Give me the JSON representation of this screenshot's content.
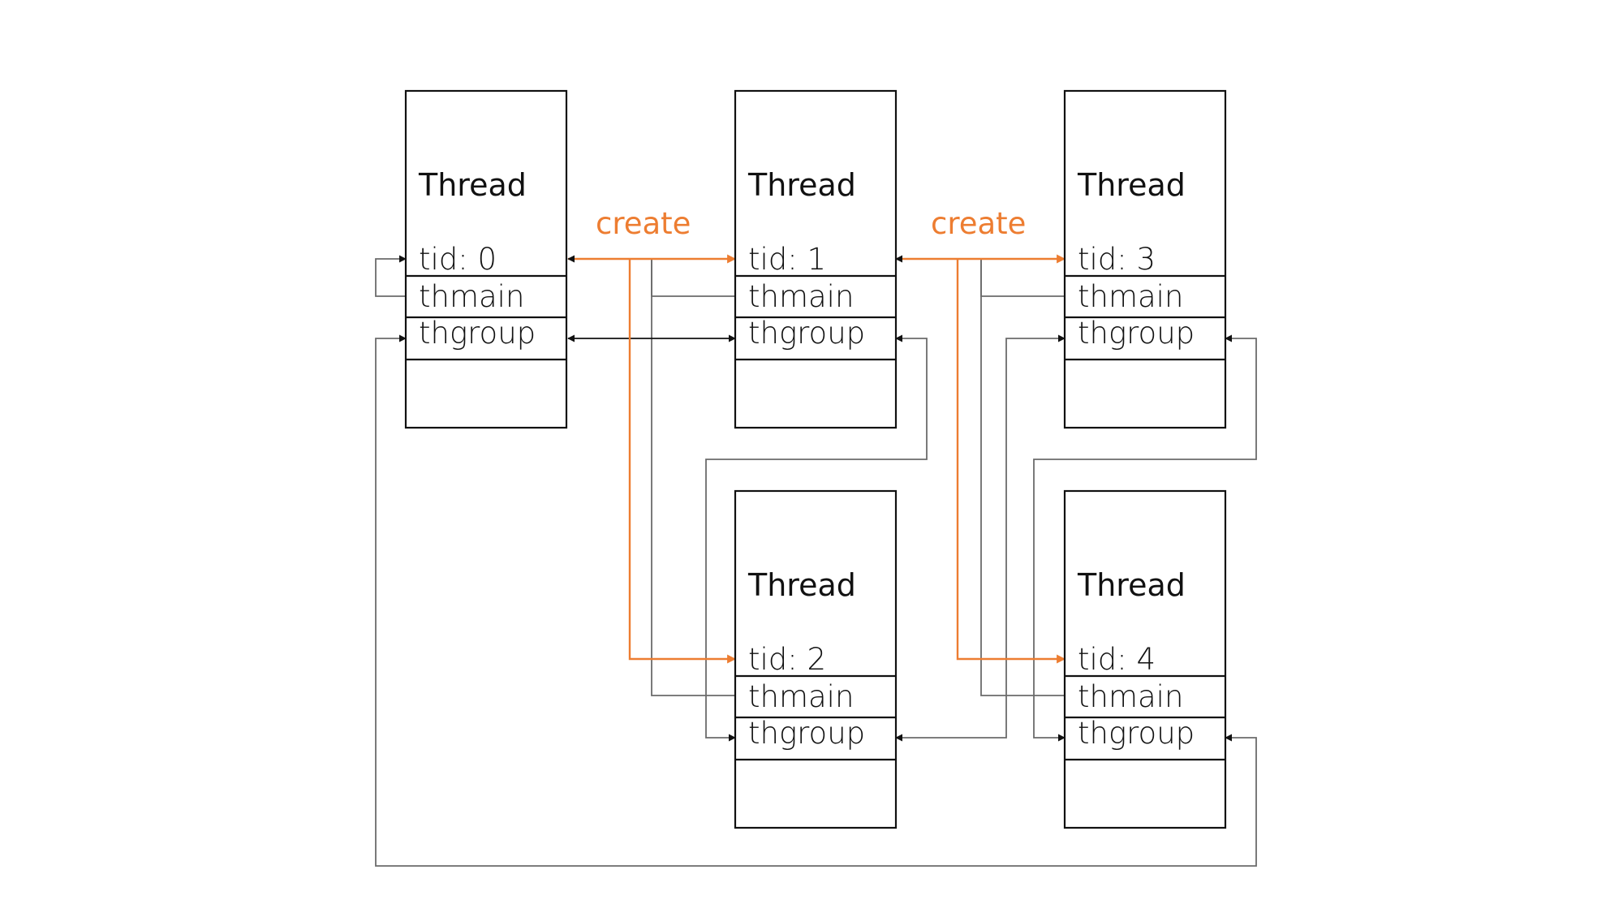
{
  "threads": [
    {
      "title": "Thread",
      "tid": "tid: 0",
      "field_main": "thmain",
      "field_group": "thgroup"
    },
    {
      "title": "Thread",
      "tid": "tid: 1",
      "field_main": "thmain",
      "field_group": "thgroup"
    },
    {
      "title": "Thread",
      "tid": "tid: 3",
      "field_main": "thmain",
      "field_group": "thgroup"
    },
    {
      "title": "Thread",
      "tid": "tid: 2",
      "field_main": "thmain",
      "field_group": "thgroup"
    },
    {
      "title": "Thread",
      "tid": "tid: 4",
      "field_main": "thmain",
      "field_group": "thgroup"
    }
  ],
  "edge_labels": {
    "create_1": "create",
    "create_2": "create"
  },
  "colors": {
    "create": "#ED7D31",
    "box_stroke": "#111111",
    "link_gray": "#6b6b6b"
  }
}
